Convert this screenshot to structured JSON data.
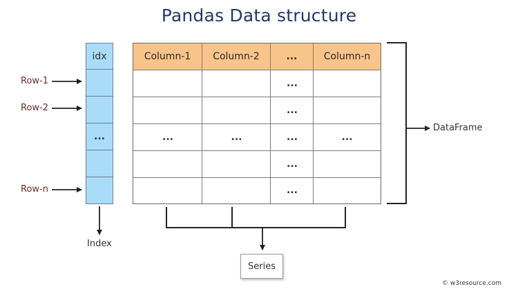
{
  "title": "Pandas Data structure",
  "index": {
    "header": "idx",
    "cells": [
      "",
      "",
      "...",
      "",
      ""
    ],
    "label": "Index"
  },
  "table": {
    "headers": [
      "Column-1",
      "Column-2",
      "...",
      "Column-n"
    ],
    "rows": [
      [
        "",
        "",
        "...",
        ""
      ],
      [
        "",
        "",
        "...",
        ""
      ],
      [
        "...",
        "...",
        "...",
        "..."
      ],
      [
        "",
        "",
        "...",
        ""
      ],
      [
        "",
        "",
        "...",
        ""
      ]
    ]
  },
  "row_labels": [
    "Row-1",
    "Row-2",
    "Row-n"
  ],
  "dataframe_label": "DataFrame",
  "series_label": "Series",
  "credit": "© w3resource.com",
  "colors": {
    "title": "#243a66",
    "index_fill": "#a9dcf8",
    "header_fill": "#f8c48a",
    "row_label": "#6b2b2b"
  }
}
